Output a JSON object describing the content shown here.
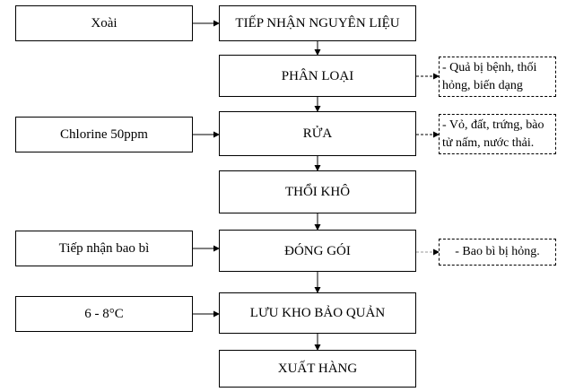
{
  "steps": [
    "TIẾP NHẬN NGUYÊN LIỆU",
    "PHÂN LOẠI",
    "RỬA",
    "THỔI KHÔ",
    "ĐÓNG GÓI",
    "LƯU KHO BẢO QUẢN",
    "XUẤT HÀNG"
  ],
  "inputs": {
    "mango": "Xoài",
    "chlorine": "Chlorine 50ppm",
    "packaging": "Tiếp nhận bao bì",
    "temperature": "6 - 8°C"
  },
  "outputs": {
    "sorting_waste": [
      "- Quả bị bệnh, thối",
      "hỏng, biến dạng"
    ],
    "washing_waste": [
      "- Vỏ, đất, trứng, bào",
      "tử nấm, nước thải."
    ],
    "packaging_waste": "- Bao bì bị hỏng."
  }
}
